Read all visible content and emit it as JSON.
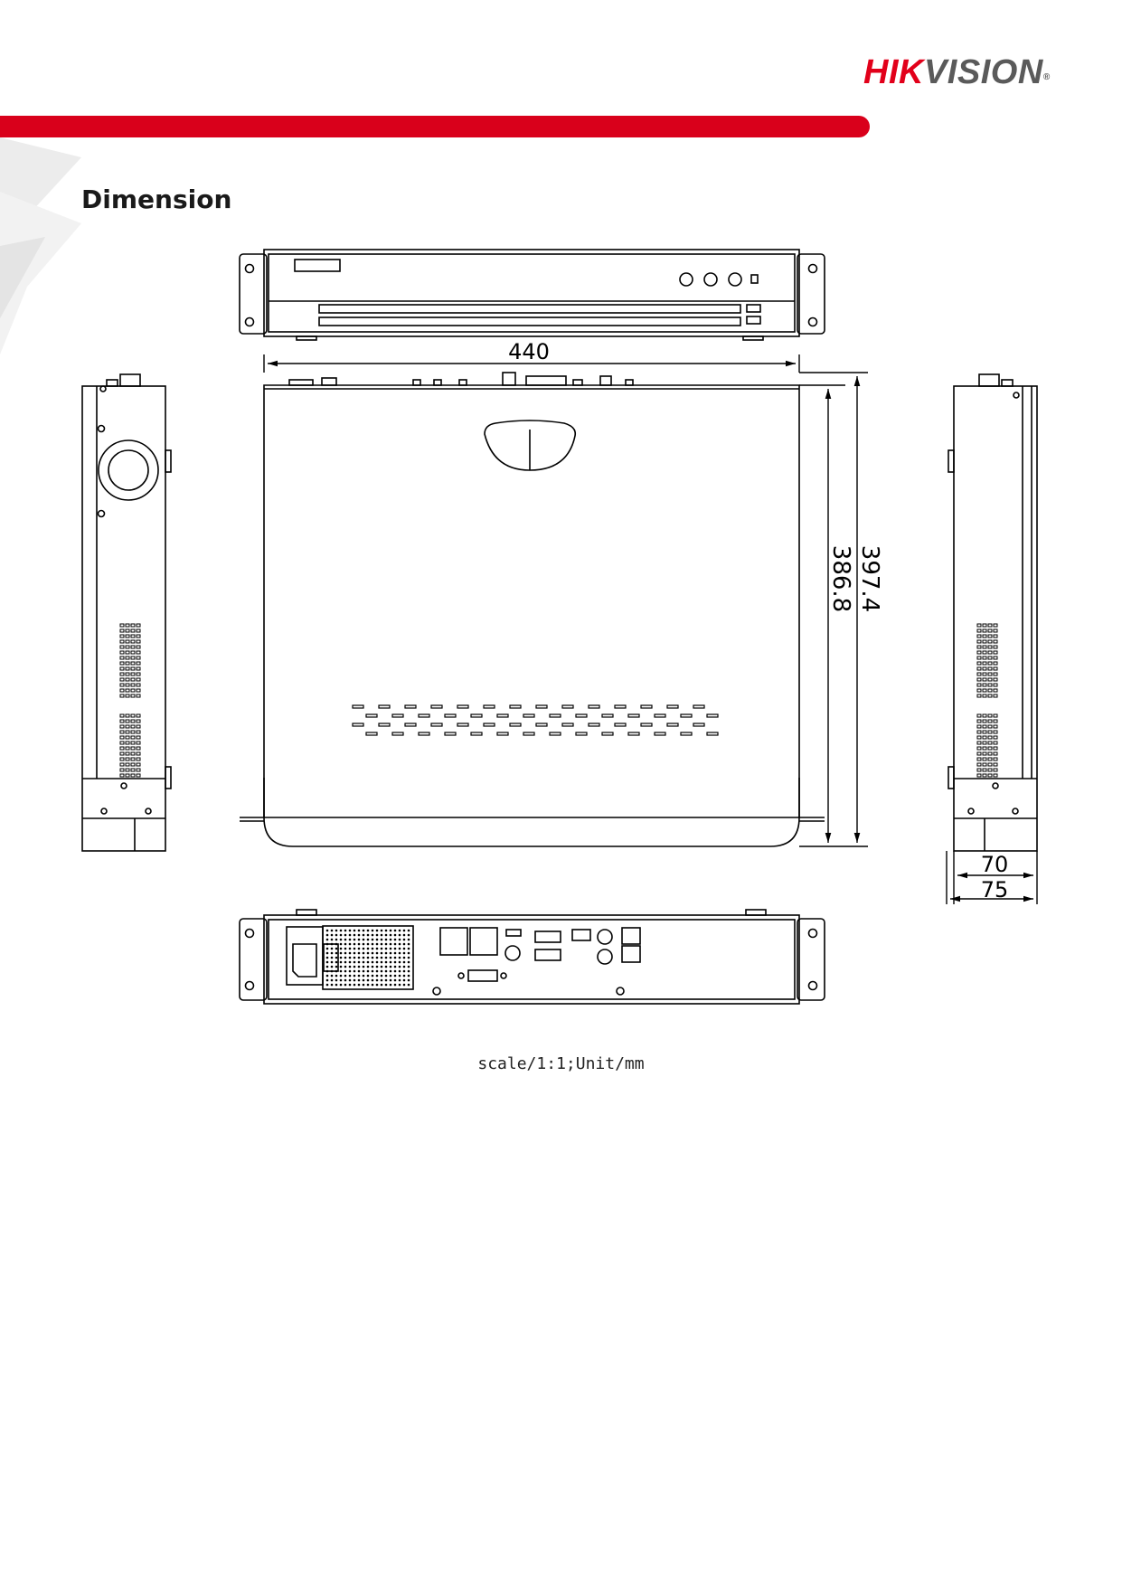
{
  "brand": {
    "logo_hik": "HIK",
    "logo_vision": "VISION",
    "registered": "®",
    "brand_color": "#e2001a"
  },
  "section": {
    "title": "Dimension"
  },
  "dimensions": {
    "width": "440",
    "depth_inner": "386.8",
    "depth_outer": "397.4",
    "height_inner": "70",
    "height_outer": "75"
  },
  "caption": "scale/1:1;Unit/mm"
}
